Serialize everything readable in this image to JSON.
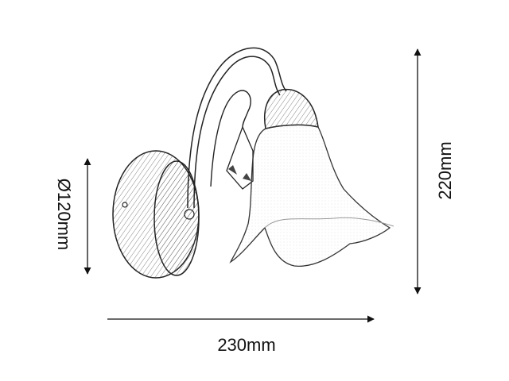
{
  "dimensions": {
    "diameter_label": "Ø120mm",
    "height_label": "220mm",
    "width_label": "230mm"
  },
  "colors": {
    "line": "#111111",
    "fill": "#ffffff",
    "hatch": "#555555"
  }
}
